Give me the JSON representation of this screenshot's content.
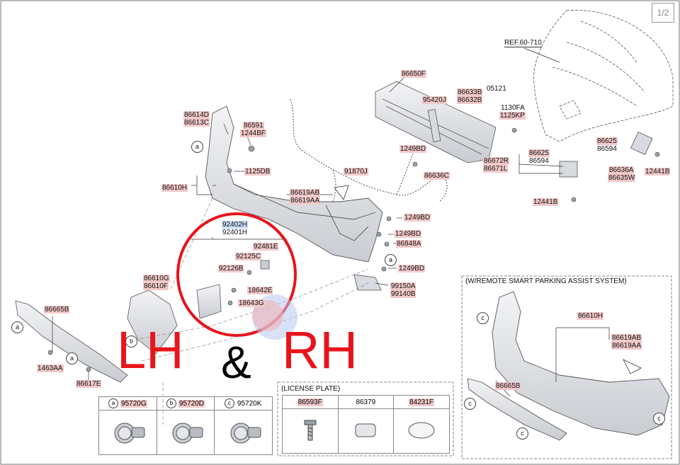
{
  "pager": "1/2",
  "ref_label": "REF.60-710",
  "overlay": {
    "left": "LH",
    "amp": "&",
    "right": "RH"
  },
  "labels": {
    "p86650F": "86650F",
    "p95420J": "95420J",
    "p86633B": "86633B",
    "p86632B": "86632B",
    "p05121": "05121",
    "p1130FA": "1130FA",
    "p1125KP": "1125KP",
    "p86614D": "86614D",
    "p86613C": "86613C",
    "p86591": "86591",
    "p1244BF": "1244BF",
    "p1125DB": "1125DB",
    "p86610H": "86610H",
    "p91870J": "91870J",
    "p1249BD_a": "1249BD",
    "p86636C": "86636C",
    "p86625_a": "86625",
    "p86594_a": "86594",
    "p86672R": "86672R",
    "p86671L": "86671L",
    "p86625_b": "86625",
    "p86594_b": "86594",
    "p86636A": "86636A",
    "p86635W": "86635W",
    "p12441B_a": "12441B",
    "p12441B_b": "12441B",
    "p86619AB": "86619AB",
    "p86619AA": "86619AA",
    "p1249BD_b": "1249BD",
    "p92402H": "92402H",
    "p92401H": "92401H",
    "p1249BD_c": "1249BD",
    "p86848A": "86848A",
    "p92481E": "92481E",
    "p92125C": "92125C",
    "p92126B": "92126B",
    "p1249BD_d": "1249BD",
    "p86610G": "86610G",
    "p86610F": "86610F",
    "p18642E": "18642E",
    "p18643G": "18643G",
    "p99150A": "99150A",
    "p99140B": "99140B",
    "p86665B": "86665B",
    "p1463AA": "1463AA",
    "p86617E": "86617E",
    "rsp_title": "(W/REMOTE SMART PARKING ASSIST SYSTEM)",
    "rsp_86610H": "86610H",
    "rsp_86619AB": "86619AB",
    "rsp_86619AA": "86619AA",
    "rsp_86665B": "86665B"
  },
  "callouts": {
    "a": "a",
    "b": "b",
    "c": "c"
  },
  "sensor_table": {
    "cells": [
      {
        "key": "a",
        "part": "95720G"
      },
      {
        "key": "b",
        "part": "95720D"
      },
      {
        "key": "c",
        "part": "95720K"
      }
    ]
  },
  "license_plate": {
    "title": "(LICENSE PLATE)",
    "parts": [
      "86593F",
      "86379",
      "84231F"
    ]
  },
  "colors": {
    "label_bg": "#f2c9c9",
    "highlight_bg": "#c9ddf5",
    "annotation_red": "#e8141c",
    "part_fill": "#e4e6ea",
    "part_stroke": "#555555"
  }
}
